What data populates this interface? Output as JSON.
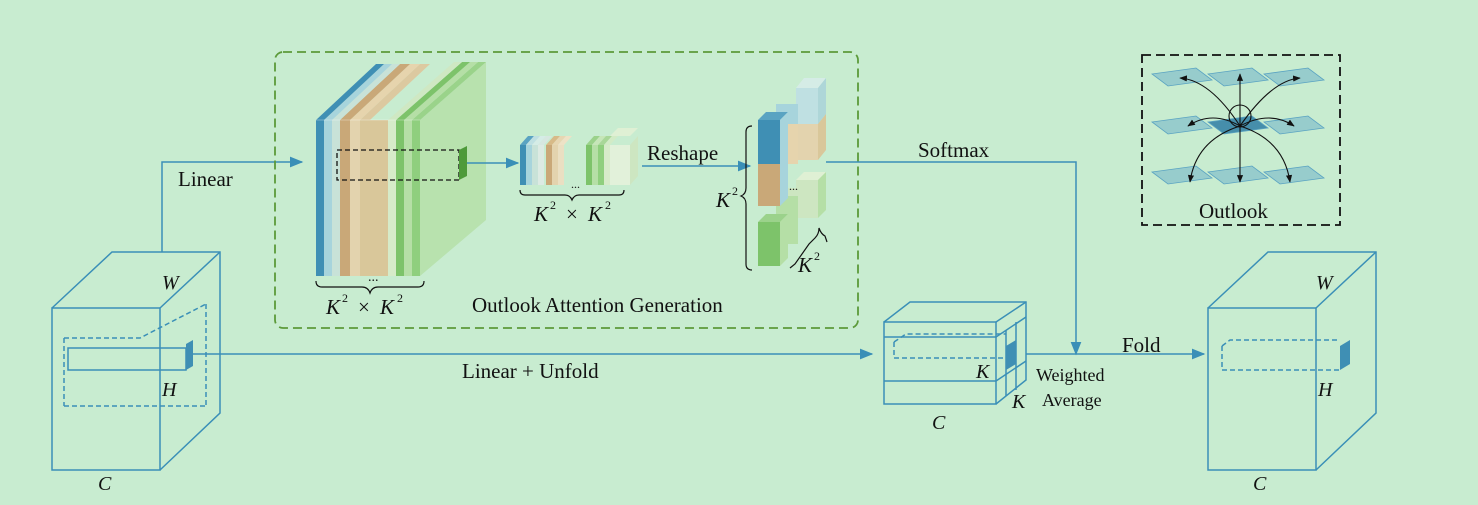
{
  "colors": {
    "background": "#c8ecd0",
    "line": "#3a8fb7",
    "blue": "#3f8fb4",
    "light_blue": "#a7d4dc",
    "tan": "#c9a878",
    "light_tan": "#d9c79a",
    "green": "#7dc36a",
    "light_green": "#b5dfa6",
    "dashed_green": "#5c9a3a"
  },
  "labels": {
    "linear": "Linear",
    "reshape": "Reshape",
    "softmax": "Softmax",
    "outlook": "Outlook",
    "fold": "Fold",
    "linear_unfold": "Linear + Unfold",
    "weighted": "Weighted",
    "average": "Average",
    "generation_title": "Outlook Attention Generation"
  },
  "math": {
    "k": "K",
    "sq": "2",
    "times": "×",
    "w": "W",
    "h": "H",
    "c": "C",
    "ellipsis": "..."
  }
}
